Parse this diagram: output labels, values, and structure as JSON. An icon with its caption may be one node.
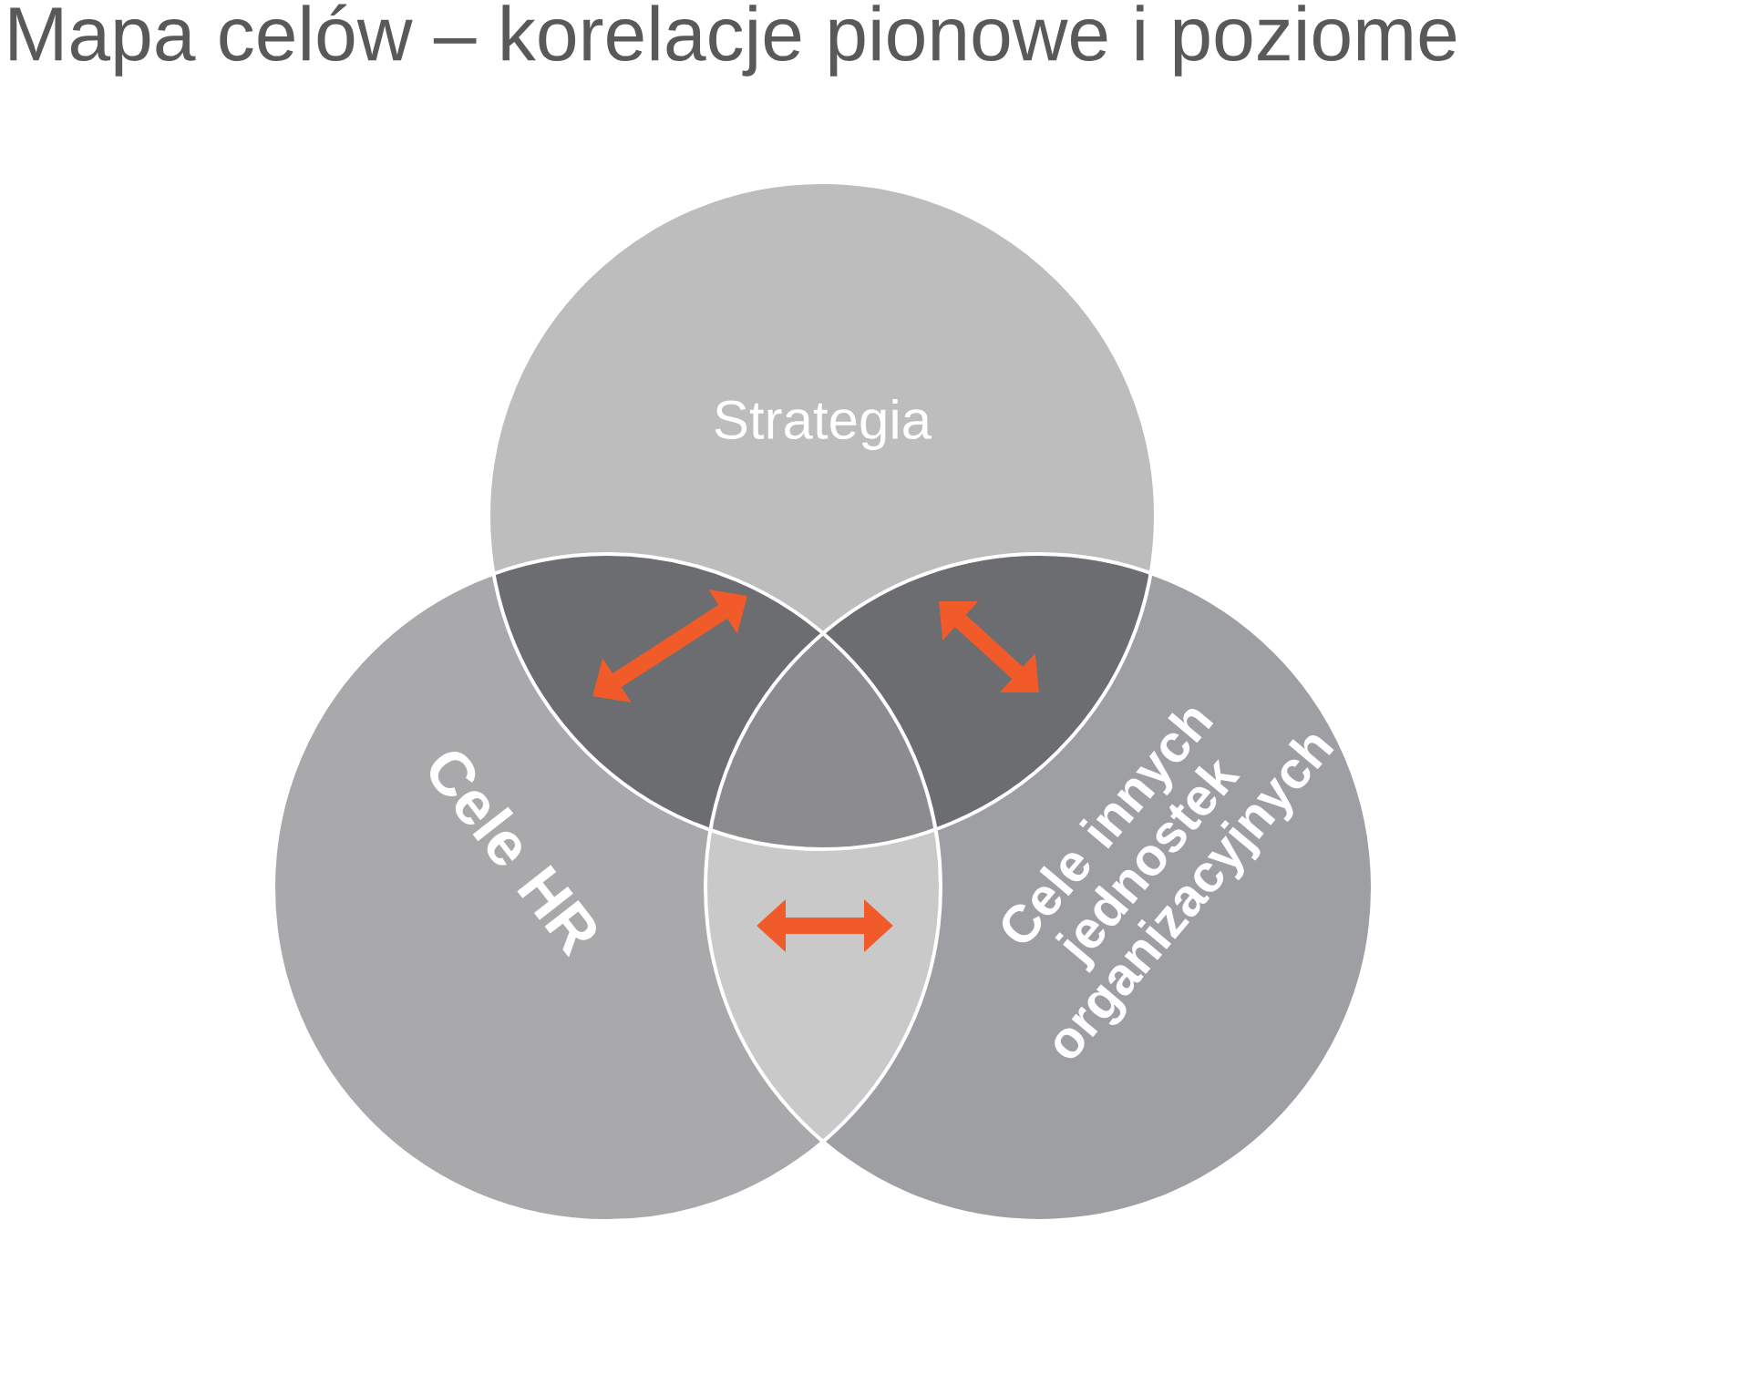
{
  "diagram": {
    "title": "Mapa celów – korelacje pionowe i poziome",
    "nodes": [
      {
        "text": [
          "Strategia"
        ]
      },
      {
        "text": [
          "Cele HR"
        ]
      },
      {
        "text": [
          "Cele innych jednostek organizacyjnych"
        ]
      }
    ],
    "edges": [
      {
        "from": 0,
        "to": 1,
        "arrow": "both"
      },
      {
        "from": 0,
        "to": 2,
        "arrow": "both"
      },
      {
        "from": 1,
        "to": 2,
        "arrow": "both"
      }
    ]
  }
}
